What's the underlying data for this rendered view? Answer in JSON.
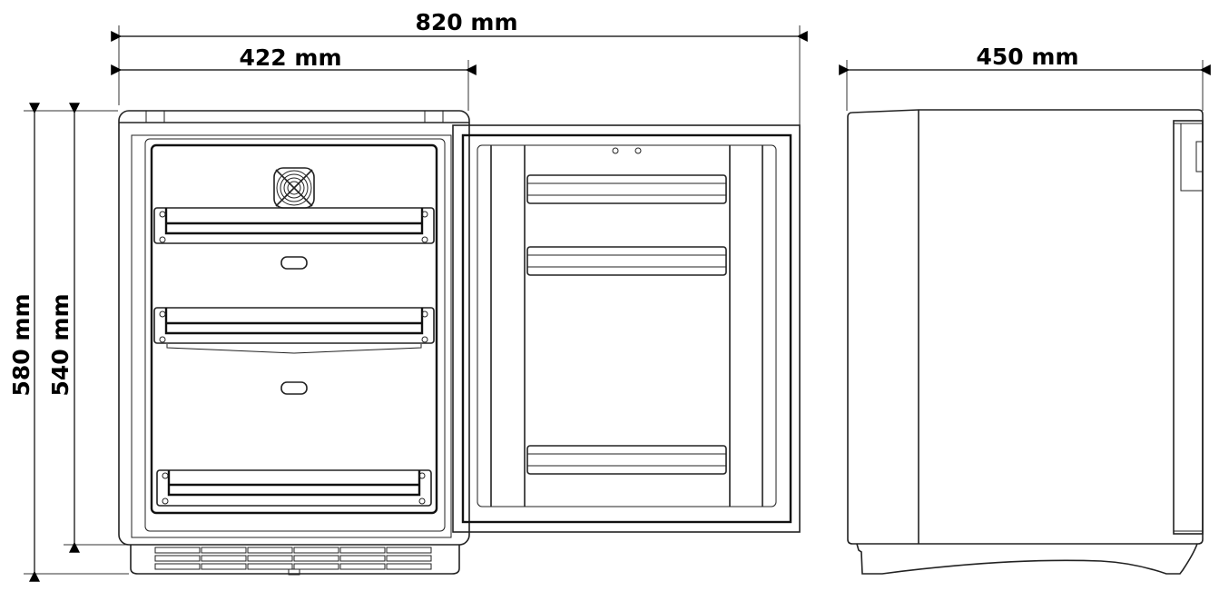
{
  "dimensions": {
    "total_width_open": "820 mm",
    "front_width": "422 mm",
    "depth": "450 mm",
    "total_height": "580 mm",
    "body_height": "540 mm"
  },
  "colors": {
    "line": "#222222",
    "background": "#ffffff"
  }
}
